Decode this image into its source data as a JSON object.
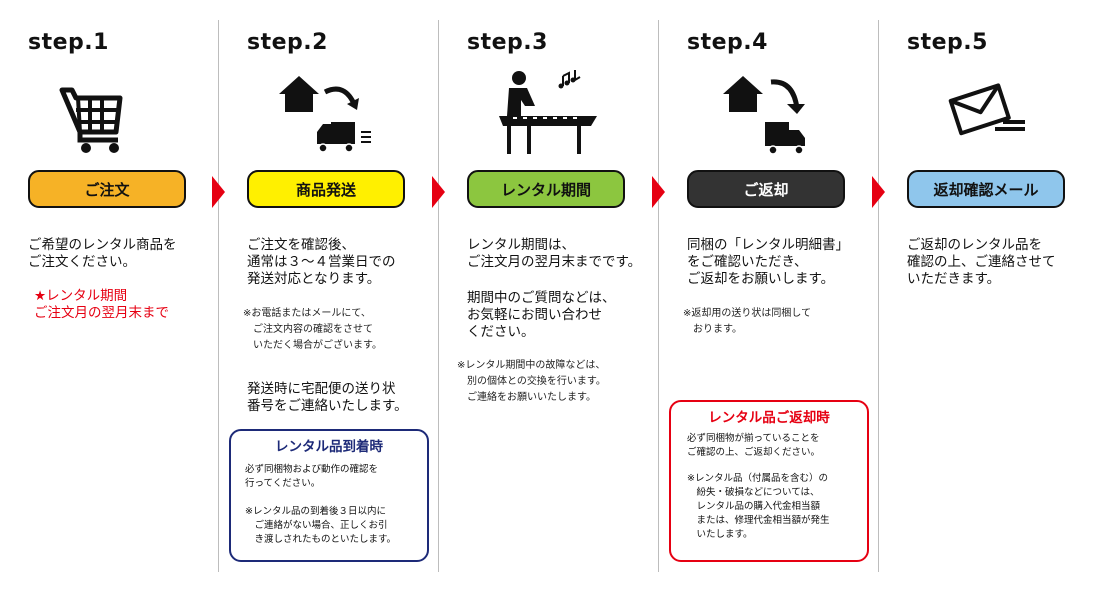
{
  "steps": [
    {
      "label": "step.1",
      "icon": "shopping-cart-icon",
      "pill": "ご注文",
      "pill_color": "#f6b226",
      "text": "ご希望のレンタル商品を\nご注文ください。",
      "highlight": "★レンタル期間\nご注文月の翌月末まで"
    },
    {
      "label": "step.2",
      "icon": "house-to-truck-icon",
      "pill": "商品発送",
      "pill_color": "#fff000",
      "text": "ご注文を確認後、\n通常は３～４営業日での\n発送対応となります。",
      "note": "※お電話またはメールにて、\n　ご注文内容の確認をさせて\n　いただく場合がございます。",
      "text2": "発送時に宅配便の送り状\n番号をご連絡いたします。",
      "box_title": "レンタル品到着時",
      "box_text1": "必ず同梱物および動作の確認を\n行ってください。",
      "box_text2": "※レンタル品の到着後３日以内に\n　ご連絡がない場合、正しくお引\n　き渡しされたものといたします。"
    },
    {
      "label": "step.3",
      "icon": "person-playing-keyboard-icon",
      "pill": "レンタル期間",
      "pill_color": "#8cc63f",
      "text": "レンタル期間は、\nご注文月の翌月末までです。",
      "text2": "期間中のご質問などは、\nお気軽にお問い合わせ\nください。",
      "note": "※レンタル期間中の故障などは、\n　別の個体との交換を行います。\n　ご連絡をお願いいたします。"
    },
    {
      "label": "step.4",
      "icon": "truck-to-house-icon",
      "pill": "ご返却",
      "pill_color": "#333333",
      "text": "同梱の「レンタル明細書」\nをご確認いただき、\nご返却をお願いします。",
      "note": "※返却用の送り状は同梱して\n　おります。",
      "box_title": "レンタル品ご返却時",
      "box_text1": "必ず同梱物が揃っていることを\nご確認の上、ご返却ください。",
      "box_text2": "※レンタル品（付属品を含む）の\n　紛失・破損などについては、\n　レンタル品の購入代金相当額\n　または、修理代金相当額が発生\n　いたします。"
    },
    {
      "label": "step.5",
      "icon": "envelope-icon",
      "pill": "返却確認メール",
      "pill_color": "#8fc6ec",
      "text": "ご返却のレンタル品を\n確認の上、ご連絡させて\nいただきます。"
    }
  ],
  "colors": {
    "accent_red": "#e60012",
    "navy": "#1d2a78",
    "divider": "#bdbdbd"
  }
}
